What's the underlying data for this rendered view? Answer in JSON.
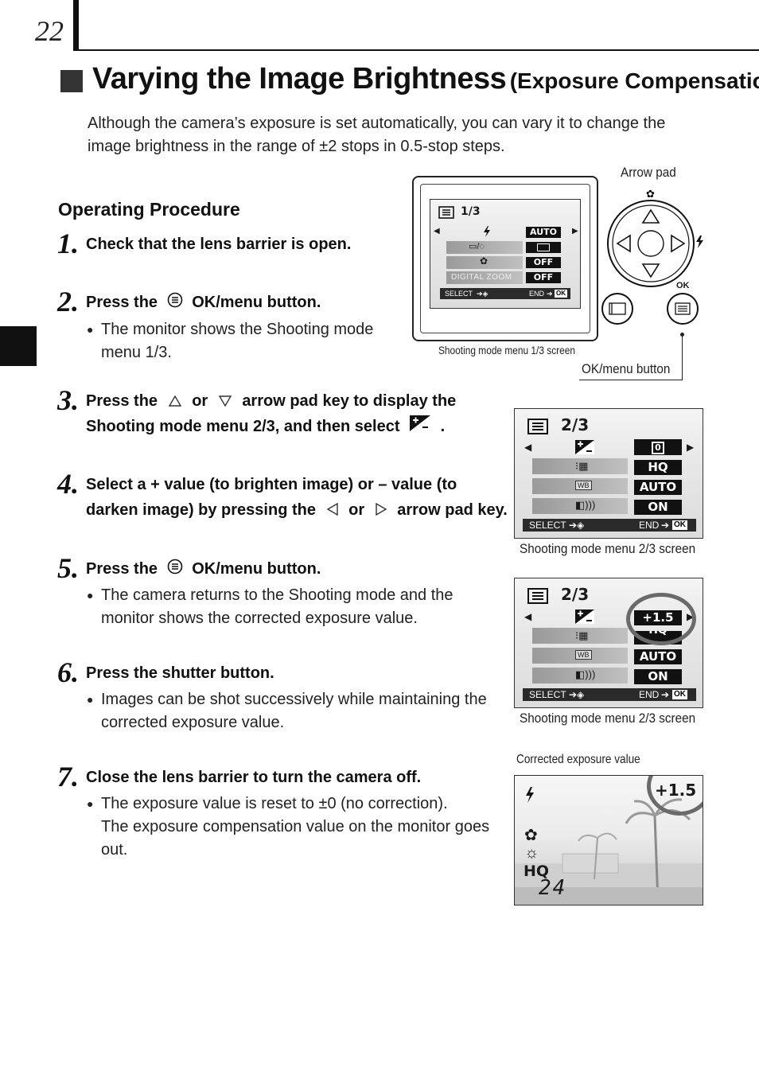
{
  "header": {
    "page_number": "22"
  },
  "title": {
    "main": "Varying the Image Brightness",
    "sub": "(Exposure Compensation)"
  },
  "intro": "Although the camera’s exposure is set automatically, you can vary it to change the image brightness in the range of ±2 stops in 0.5-stop steps.",
  "procedure": {
    "heading": "Operating Procedure",
    "steps": [
      {
        "num": "1.",
        "text": "Check that the lens barrier is open."
      },
      {
        "num": "2.",
        "text_pre": "Press the",
        "text_post": "OK/menu button.",
        "bullet": "The monitor shows the Shooting mode menu 1/3."
      },
      {
        "num": "3.",
        "line1_pre": "Press the",
        "line1_or": "or",
        "line1_post": "arrow pad key to display the",
        "line2": "Shooting mode menu 2/3, and then select",
        "line2_end": "."
      },
      {
        "num": "4.",
        "line1": "Select a + value (to brighten image) or – value (to",
        "line2_pre": "darken image) by pressing the",
        "line2_or": "or",
        "line2_post": "arrow pad key."
      },
      {
        "num": "5.",
        "text_pre": "Press the",
        "text_post": "OK/menu button.",
        "bullet": "The camera returns to the Shooting mode and the monitor shows the corrected exposure value."
      },
      {
        "num": "6.",
        "text": "Press the shutter button.",
        "bullet": "Images can be shot successively while maintaining the corrected exposure value."
      },
      {
        "num": "7.",
        "text": "Close the lens barrier to turn the camera off.",
        "bullet_line1": "The exposure value is reset to ±0 (no correction).",
        "bullet_line2": "The exposure compensation value on the monitor goes out."
      }
    ]
  },
  "figure1": {
    "screen": {
      "page": "1/3",
      "val_auto": "AUTO",
      "val_off1": "OFF",
      "val_off2": "OFF",
      "digital_zoom": "DIGITAL ZOOM",
      "select": "SELECT",
      "end": "END",
      "ok": "OK"
    },
    "caption": "Shooting mode menu 1/3 screen",
    "arrow_pad_label": "Arrow pad",
    "ok_label": "OK",
    "ok_button_label": "OK/menu button"
  },
  "figure2": {
    "page": "2/3",
    "val_ev": "0",
    "val_hq": "HQ",
    "val_auto": "AUTO",
    "val_on": "ON",
    "select": "SELECT",
    "end": "END",
    "ok": "OK",
    "caption": "Shooting mode menu 2/3 screen"
  },
  "figure3": {
    "page": "2/3",
    "val_ev": "+1.5",
    "val_hq": "HQ",
    "val_auto": "AUTO",
    "val_on": "ON",
    "select": "SELECT",
    "end": "END",
    "ok": "OK",
    "caption": "Shooting mode menu 2/3 screen"
  },
  "figure4": {
    "label": "Corrected exposure value",
    "ev": "+1.5",
    "quality": "HQ",
    "remaining": "24"
  }
}
